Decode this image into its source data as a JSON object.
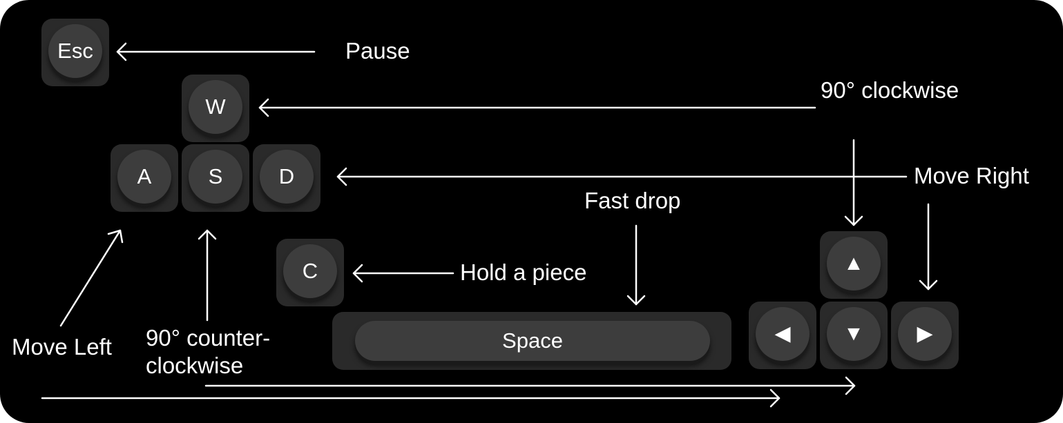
{
  "keys": {
    "esc": "Esc",
    "w": "W",
    "a": "A",
    "s": "S",
    "d": "D",
    "c": "C",
    "space": "Space",
    "up": "▲",
    "down": "▼",
    "left": "◀",
    "right": "▶"
  },
  "labels": {
    "pause": "Pause",
    "rotate_cw": "90° clockwise",
    "move_right": "Move Right",
    "fast_drop": "Fast drop",
    "hold": "Hold a piece",
    "move_left": "Move Left",
    "rotate_ccw_line1": "90° counter-",
    "rotate_ccw_line2": "clockwise"
  },
  "colors": {
    "background": "#000000",
    "key_base": "#2a2a2a",
    "key_cap": "#3d3d3d",
    "foreground": "#ffffff"
  }
}
